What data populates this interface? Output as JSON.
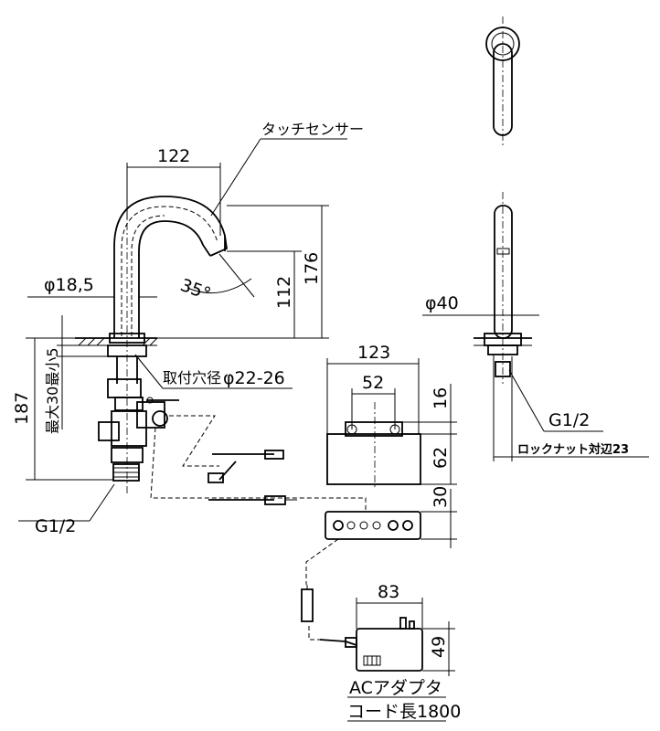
{
  "labels": {
    "touch_sensor": "タッチセンサー",
    "mount_hole": "取付穴径",
    "mount_hole_dia": "φ22-26",
    "max_min": "最大30最小5",
    "g12_left": "G1/2",
    "g12_right": "G1/2",
    "lock_nut": "ロックナット対辺23",
    "ac_adapter": "ACアダプタ",
    "cord_length": "コード長1800"
  },
  "dims": {
    "d122": "122",
    "d176": "176",
    "d112": "112",
    "d18_5": "φ18,5",
    "angle35": "35°",
    "d187": "187",
    "d40": "φ40",
    "d123": "123",
    "d52": "52",
    "d16": "16",
    "d62": "62",
    "d30": "30",
    "d83": "83",
    "d49": "49"
  }
}
